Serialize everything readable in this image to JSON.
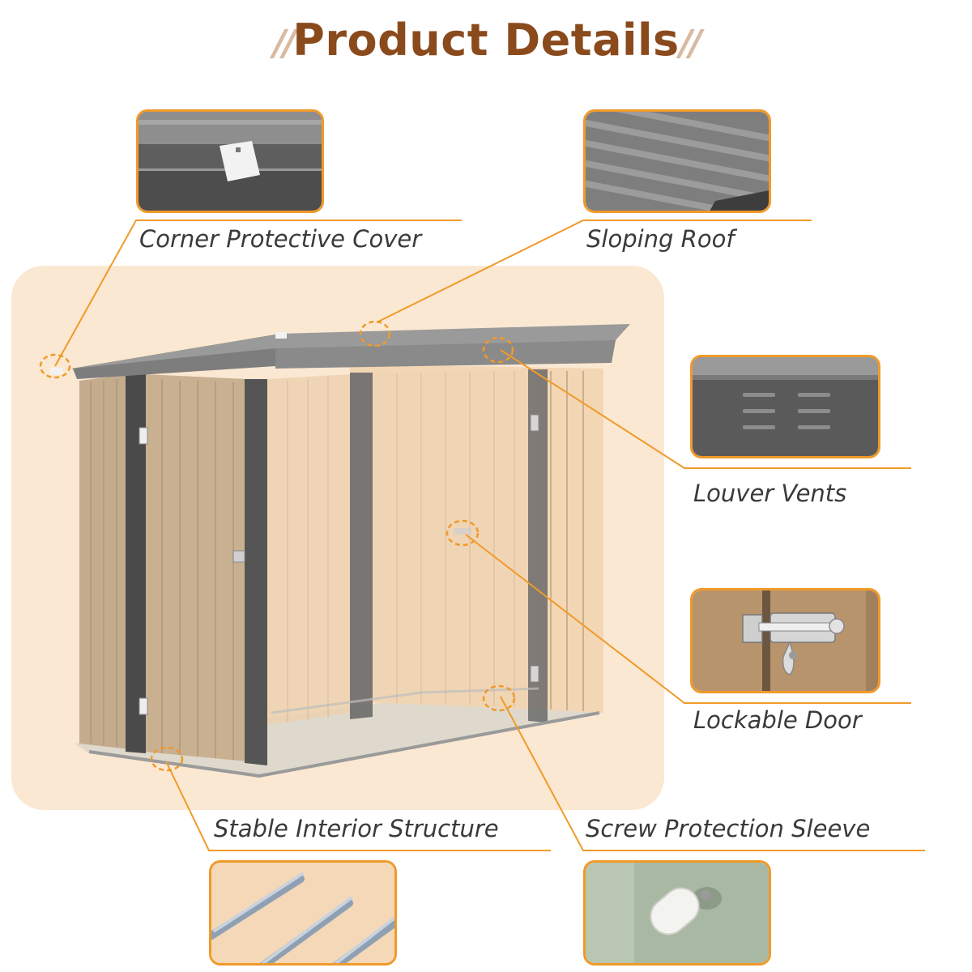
{
  "page": {
    "title": "Product Details",
    "accent_color": "#f09a2a",
    "title_color": "#8a4a1c"
  },
  "features": [
    {
      "label": "Corner Protective Cover",
      "icon": "corner-cover-photo"
    },
    {
      "label": "Sloping Roof",
      "icon": "sloping-roof-photo"
    },
    {
      "label": "Louver Vents",
      "icon": "louver-vents-photo"
    },
    {
      "label": "Lockable Door",
      "icon": "door-latch-photo"
    },
    {
      "label": "Stable Interior Structure",
      "icon": "interior-frame-photo"
    },
    {
      "label": "Screw Protection Sleeve",
      "icon": "screw-sleeve-photo"
    }
  ]
}
